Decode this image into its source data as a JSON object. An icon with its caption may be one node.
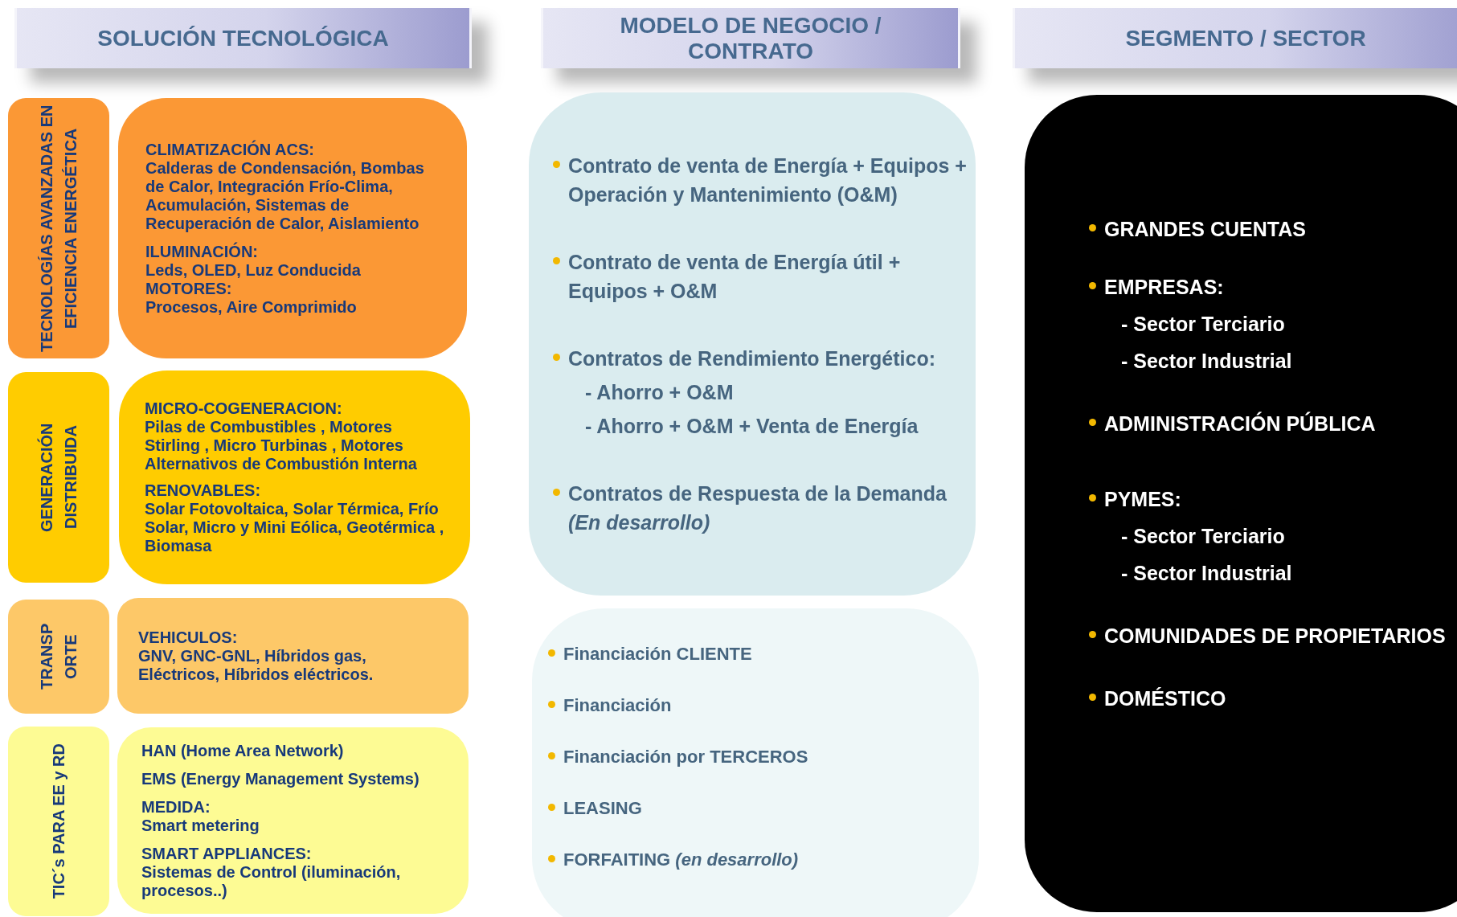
{
  "diagram": {
    "nodes": [
      {
        "text": [
          "SOLUCIÓN TECNOLÓGICA"
        ]
      },
      {
        "text": [
          "MODELO DE NEGOCIO / CONTRATO"
        ]
      },
      {
        "text": [
          "SEGMENTO / SECTOR"
        ]
      },
      {
        "text": [
          "TECNOLOGÍAS AVANZADAS EN EFICIENCIA ENERGÉTICA"
        ]
      },
      {
        "text": [
          "CLIMATIZACIÓN ACS:",
          "Calderas de Condensación, Bombas de Calor, Integración Frío-Clima, Acumulación, Sistemas de Recuperación de Calor, Aislamiento",
          "ILUMINACIÓN:",
          "Leds, OLED, Luz Conducida",
          "MOTORES:",
          "Procesos, Aire Comprimido"
        ]
      },
      {
        "text": [
          "GENERACIÓN DISTRIBUIDA"
        ]
      },
      {
        "text": [
          "MICRO-COGENERACION:",
          "Pilas de Combustibles , Motores Stirling , Micro Turbinas , Motores Alternativos de Combustión Interna",
          "RENOVABLES:",
          "Solar Fotovoltaica, Solar Térmica, Frío Solar, Micro y Mini Eólica, Geotérmica , Biomasa"
        ]
      },
      {
        "text": [
          "TRANSP ORTE"
        ]
      },
      {
        "text": [
          "VEHICULOS:",
          "GNV, GNC-GNL, Híbridos gas, Eléctricos, Híbridos eléctricos."
        ]
      },
      {
        "text": [
          "TIC´s PARA EE y RD"
        ]
      },
      {
        "text": [
          "HAN (Home Area Network)",
          "EMS (Energy Management Systems)",
          "MEDIDA:",
          "Smart metering",
          "SMART APPLIANCES:",
          "Sistemas de Control (iluminación, procesos..)"
        ]
      },
      {
        "text": [
          "Contrato de venta de Energía + Equipos + Operación y Mantenimiento (O&M)",
          "Contrato de venta de Energía útil + Equipos + O&M",
          "Contratos de Rendimiento Energético:",
          "- Ahorro + O&M",
          "- Ahorro + O&M + Venta de Energía",
          "Contratos de Respuesta de la Demanda *(En desarrollo)*"
        ]
      },
      {
        "text": [
          "Financiación CLIENTE",
          "Financiación",
          "Financiación por TERCEROS",
          "LEASING",
          "FORFAITING *(en desarrollo)*"
        ]
      },
      {
        "text": [
          "GRANDES CUENTAS",
          "EMPRESAS:",
          "- Sector Terciario",
          "- Sector Industrial",
          "ADMINISTRACIÓN PÚBLICA",
          "PYMES:",
          "- Sector Terciario",
          "- Sector Industrial",
          "COMUNIDADES DE PROPIETARIOS",
          "DOMÉSTICO"
        ]
      }
    ]
  }
}
